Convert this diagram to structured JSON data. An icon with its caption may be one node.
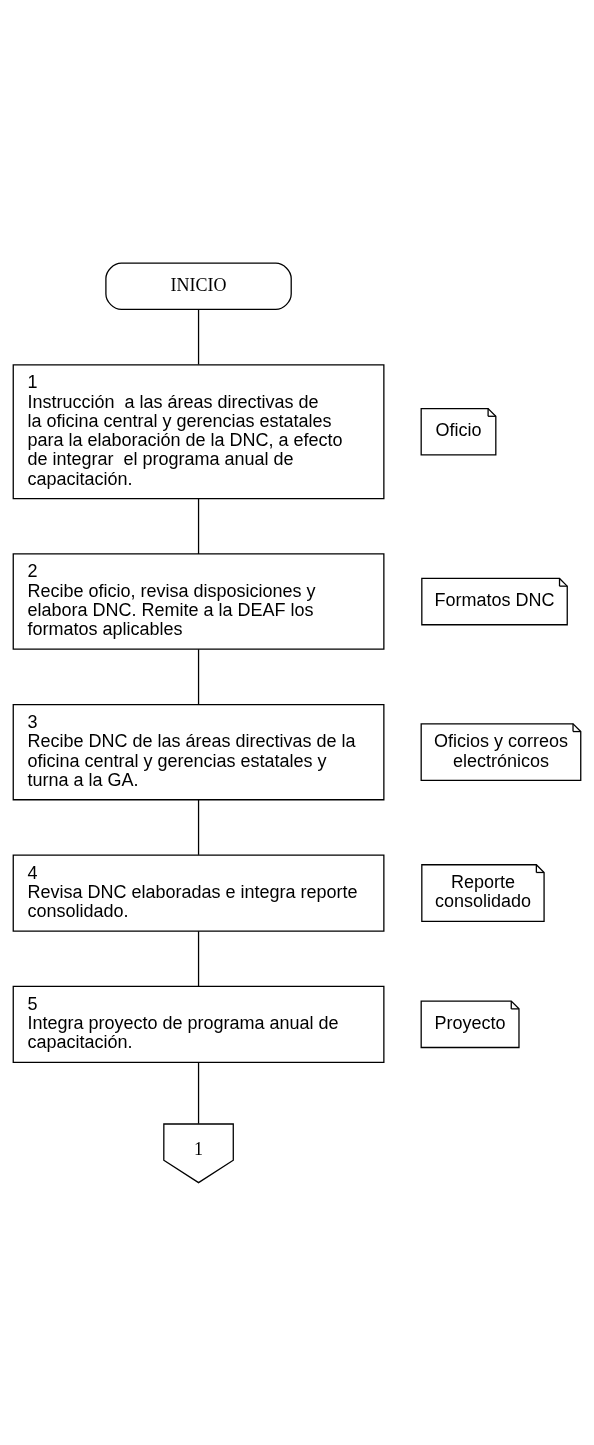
{
  "diagram": {
    "nodes": [
      {
        "text": [
          "INICIO"
        ]
      },
      {
        "text": [
          "1",
          "Instrucción  a las áreas directivas de la oficina central y gerencias estatales para la elaboración de la DNC, a efecto de integrar  el programa anual de capacitación."
        ]
      },
      {
        "text": [
          "Oficio"
        ]
      },
      {
        "text": [
          "2",
          "Recibe oficio, revisa disposiciones y elabora DNC. Remite a la DEAF los formatos aplicables"
        ]
      },
      {
        "text": [
          "Formatos DNC"
        ]
      },
      {
        "text": [
          "3",
          "Recibe DNC de las áreas directivas de la oficina central y gerencias estatales y turna a la GA."
        ]
      },
      {
        "text": [
          "Oficios y correos electrónicos"
        ]
      },
      {
        "text": [
          "4",
          "Revisa DNC elaboradas e integra reporte consolidado."
        ]
      },
      {
        "text": [
          "Reporte consolidado"
        ]
      },
      {
        "text": [
          "5",
          "Integra proyecto de programa anual de capacitación."
        ]
      },
      {
        "text": [
          "Proyecto"
        ]
      },
      {
        "text": [
          "1"
        ]
      }
    ],
    "edges": [
      {
        "from": 0,
        "to": 1,
        "arrow": "none"
      },
      {
        "from": 1,
        "to": 3,
        "arrow": "none"
      },
      {
        "from": 3,
        "to": 5,
        "arrow": "none"
      },
      {
        "from": 5,
        "to": 7,
        "arrow": "none"
      },
      {
        "from": 7,
        "to": 9,
        "arrow": "none"
      },
      {
        "from": 9,
        "to": 11,
        "arrow": "none"
      }
    ]
  }
}
